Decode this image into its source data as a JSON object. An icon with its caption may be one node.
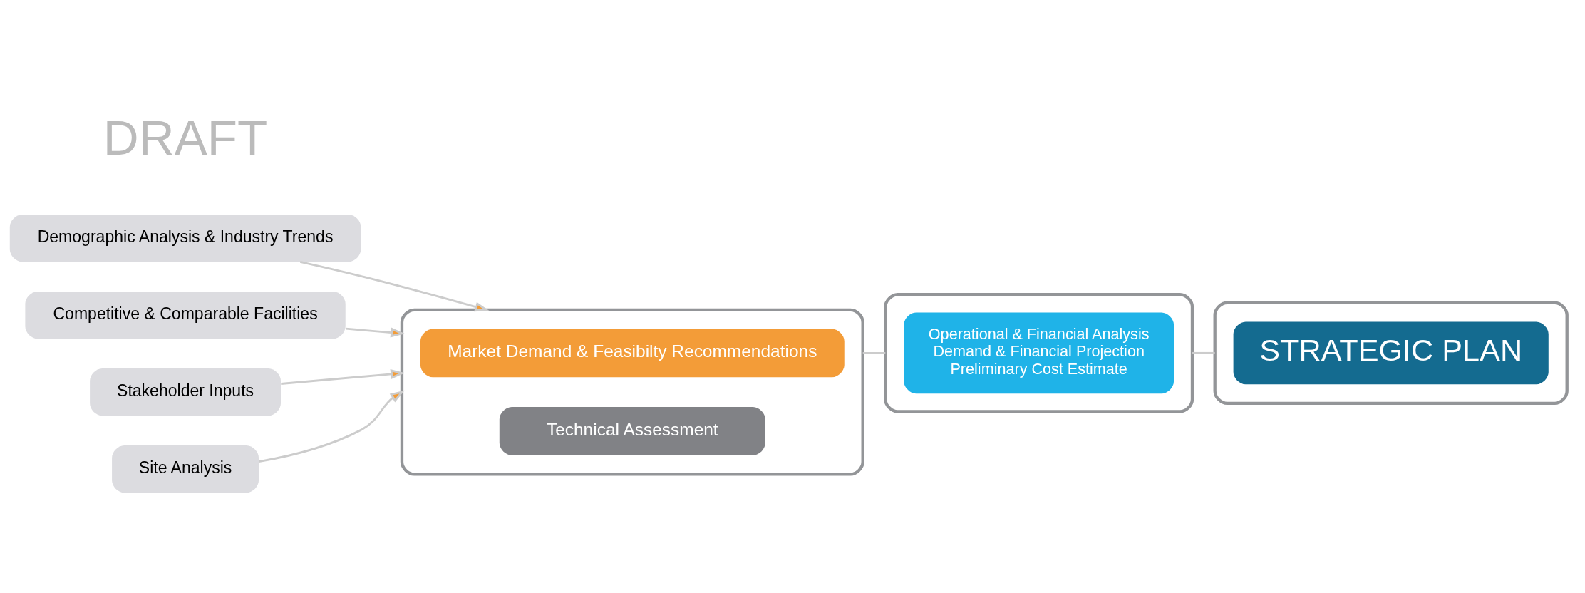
{
  "diagram": {
    "nodes": [
      {
        "text": [
          "Demographic Analysis & Industry Trends"
        ]
      },
      {
        "text": [
          "Competitive & Comparable Facilities"
        ]
      },
      {
        "text": [],
        "shape": "box"
      },
      {
        "text": [
          "Market Demand & Feasibilty Recommendations"
        ],
        "in": 2
      },
      {
        "text": [
          "Technical Assessment"
        ],
        "in": 2
      },
      {
        "text": [],
        "shape": "box"
      },
      {
        "text": [
          "Operational & Financial Analysis",
          "Demand & Financial Projection",
          "Preliminary Cost Estimate"
        ],
        "in": 5
      },
      {
        "text": [],
        "shape": "box"
      },
      {
        "text": [
          "STRATEGIC PLAN"
        ],
        "in": 7
      },
      {
        "text": [
          "Stakeholder Inputs"
        ]
      },
      {
        "text": [
          "Site Analysis"
        ]
      }
    ],
    "edges": [
      {
        "from": 0,
        "to": 2,
        "arrow": "to"
      },
      {
        "from": 1,
        "to": 2,
        "arrow": "to"
      },
      {
        "from": 9,
        "to": 2,
        "arrow": "to"
      },
      {
        "from": 10,
        "to": 2,
        "arrow": "to"
      },
      {
        "from": 2,
        "to": 5,
        "arrow": "none"
      },
      {
        "from": 5,
        "to": 7,
        "arrow": "none"
      }
    ],
    "labels": [
      "DRAFT"
    ]
  }
}
